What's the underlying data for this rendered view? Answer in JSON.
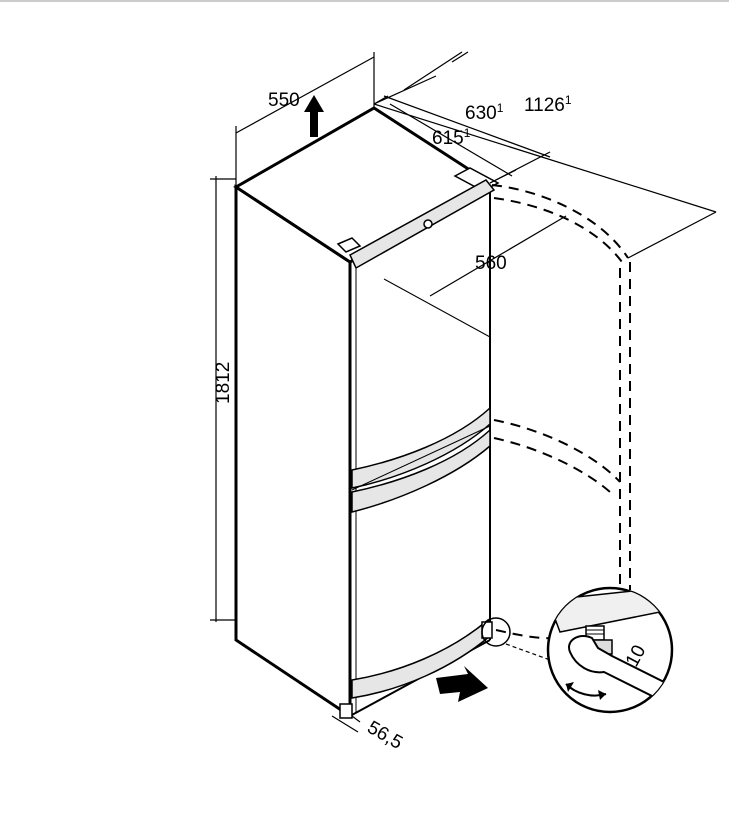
{
  "dimensions": {
    "width": {
      "value": "550"
    },
    "depth_door_open": {
      "value": "630",
      "note": "1"
    },
    "depth": {
      "value": "615",
      "note": "1"
    },
    "door_open_total": {
      "value": "1126",
      "note": "1"
    },
    "door_swing": {
      "value": "560"
    },
    "height": {
      "value": "1812"
    },
    "side_clearance": {
      "value": "56,5"
    },
    "wrench_size": {
      "value": "10"
    }
  },
  "icons": [
    "air-flow-up-arrow-icon",
    "air-intake-arrow-icon",
    "rotate-arrow-icon",
    "wrench-icon",
    "adjustable-foot-icon"
  ]
}
